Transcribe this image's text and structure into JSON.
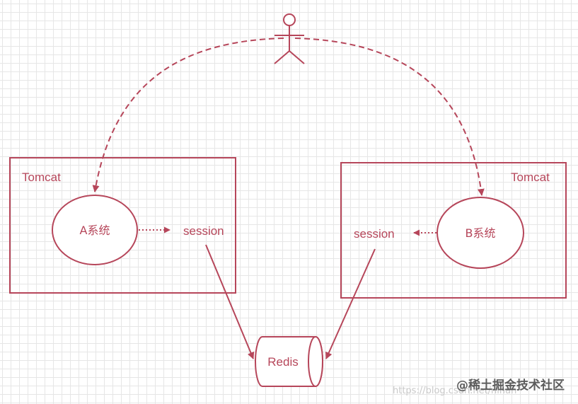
{
  "colors": {
    "stroke": "#b6465a",
    "text": "#b6465a",
    "grid": "#e6e6e6"
  },
  "left_container": {
    "label": "Tomcat"
  },
  "right_container": {
    "label": "Tomcat"
  },
  "nodes": {
    "system_a": {
      "label": "A系统"
    },
    "system_b": {
      "label": "B系统"
    },
    "session_left": {
      "label": "session"
    },
    "session_right": {
      "label": "session"
    },
    "redis": {
      "label": "Redis"
    },
    "user": {
      "icon": "user-stick-figure-icon"
    }
  },
  "watermark": {
    "url": "https://blog.csdn.net/ninan",
    "brand": "@稀土掘金技术社区"
  }
}
